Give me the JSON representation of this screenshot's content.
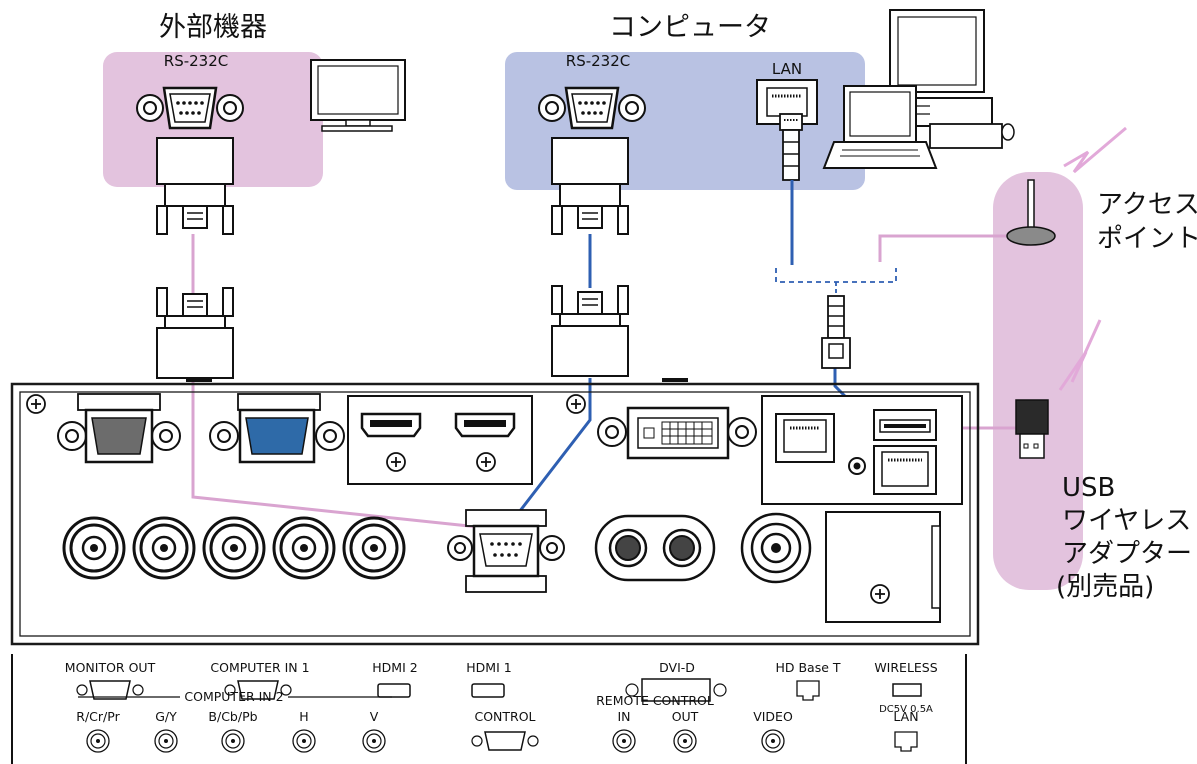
{
  "titles": {
    "external_device": "外部機器",
    "computer": "コンピュータ"
  },
  "devices": {
    "external_rs232c": "RS-232C",
    "computer_rs232c": "RS-232C",
    "computer_lan": "LAN"
  },
  "wireless": {
    "access_point": [
      "アクセス",
      "ポイント"
    ],
    "usb_adapter": [
      "USB",
      "ワイヤレス",
      "アダプター",
      "(別売品)"
    ]
  },
  "panel_labels": {
    "monitor_out": "MONITOR OUT",
    "computer_in1": "COMPUTER IN 1",
    "hdmi2": "HDMI 2",
    "hdmi1": "HDMI 1",
    "dvi_d": "DVI-D",
    "hd_base_t": "HD Base T",
    "wireless": "WIRELESS",
    "wireless_rating": "DC5V 0.5A",
    "computer_in2": "COMPUTER IN 2",
    "r_cr_pr": "R/Cr/Pr",
    "g_y": "G/Y",
    "b_cb_pb": "B/Cb/Pb",
    "h": "H",
    "v": "V",
    "control": "CONTROL",
    "remote_control": "REMOTE CONTROL",
    "in": "IN",
    "out": "OUT",
    "video": "VIDEO",
    "lan": "LAN"
  },
  "colors": {
    "pink_region": "#e3c3de",
    "blue_region": "#b9c2e3",
    "pink_cable": "#d9a4d0",
    "blue_cable": "#2e5fb2",
    "vga_blue": "#2e6aa8",
    "panel_line": "#1a1a1a"
  }
}
